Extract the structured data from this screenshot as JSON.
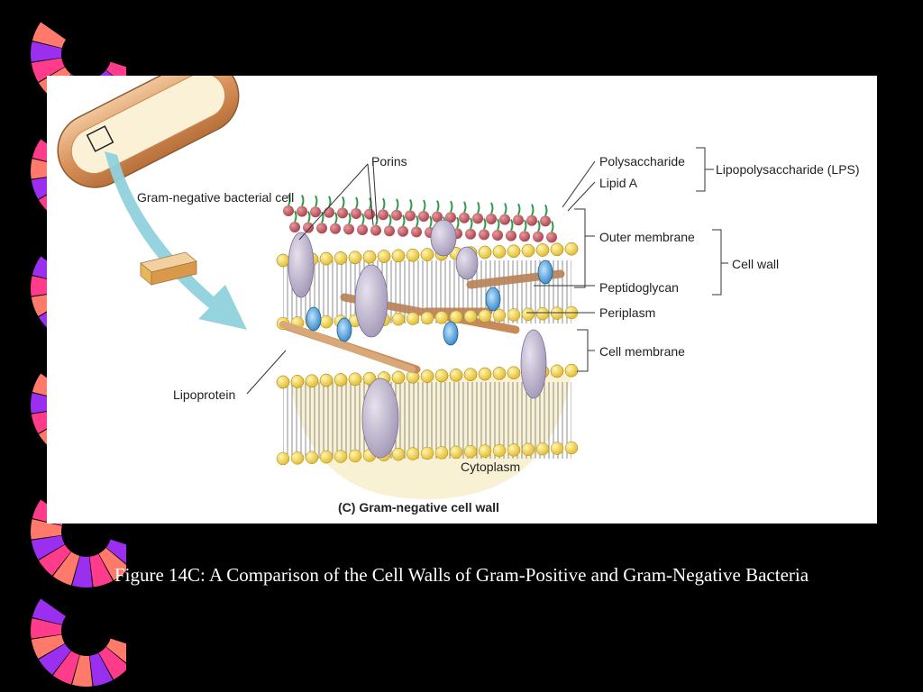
{
  "slide": {
    "caption": "Figure 14C: A Comparison of the Cell Walls of Gram-Positive and Gram-Negative Bacteria",
    "background_color": "#000000"
  },
  "decoration": {
    "spiral_colors": [
      "#ff3b8c",
      "#9b2ff0",
      "#ff7a6a"
    ]
  },
  "figure": {
    "panel_title": "(C)  Gram-negative cell wall",
    "labels": {
      "bacterial_cell": "Gram-negative bacterial cell",
      "porins": "Porins",
      "polysaccharide": "Polysaccharide",
      "lipid_a": "Lipid A",
      "lps": "Lipopolysaccharide (LPS)",
      "outer_membrane": "Outer membrane",
      "cell_wall": "Cell wall",
      "peptidoglycan": "Peptidoglycan",
      "periplasm": "Periplasm",
      "cell_membrane": "Cell membrane",
      "lipoprotein": "Lipoprotein",
      "cytoplasm": "Cytoplasm"
    }
  }
}
